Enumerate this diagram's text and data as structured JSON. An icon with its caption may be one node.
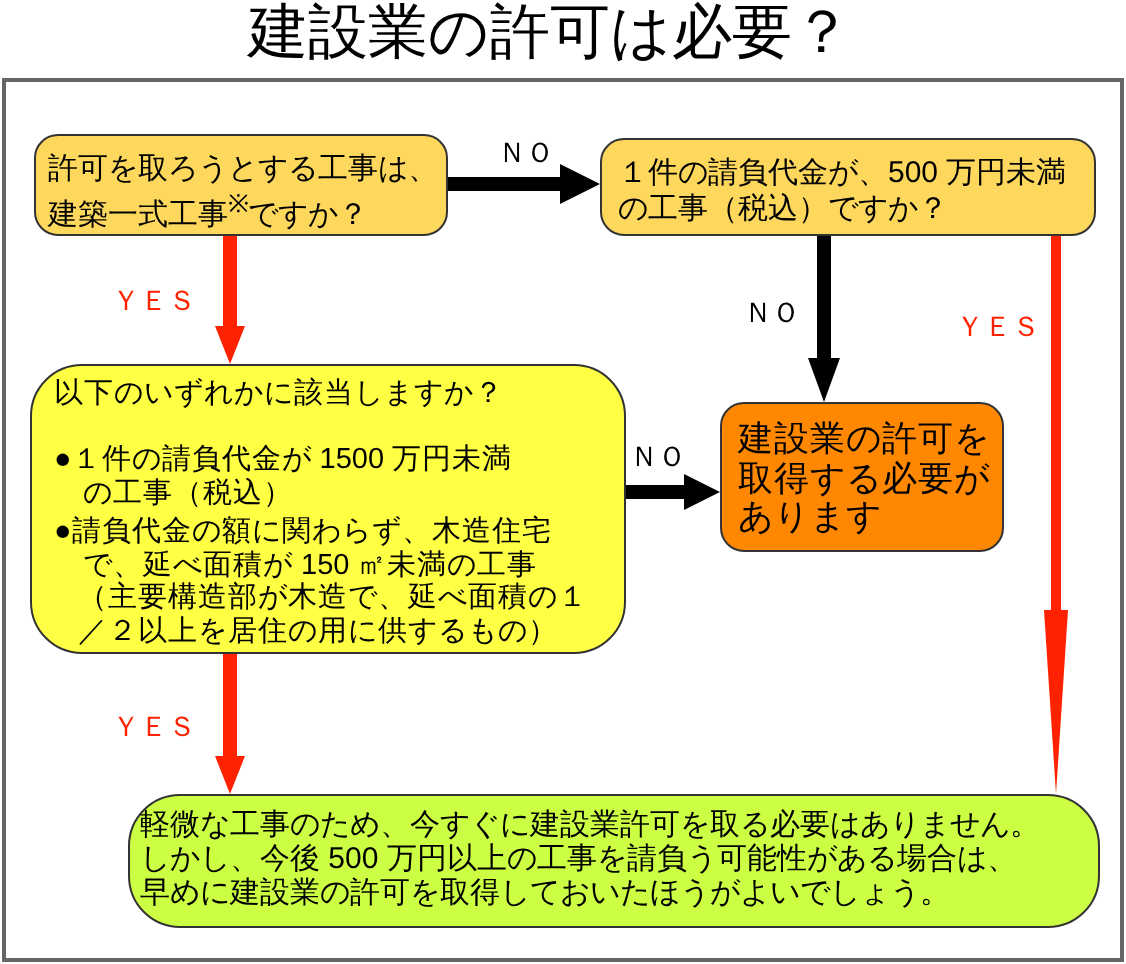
{
  "diagram": {
    "title": "建設業の許可は必要？",
    "nodes": [
      {
        "text": [
          "許可を取ろうとする工事は、建築一式工事$^{※}$ですか？"
        ]
      },
      {
        "text": [
          "１件の請負代金が、500 万円未満の工事（税込）ですか？"
        ]
      },
      {
        "text": [
          "以下のいずれかに該当しますか？",
          "●１件の請負代金が 1500 万円未満の工事（税込）",
          "●請負代金の額に関わらず、木造住宅で、延べ面積が 150 ㎡未満の工事",
          "（主要構造部が木造で、延べ面積の１／２以上を居住の用に供するもの）"
        ]
      },
      {
        "text": [
          "建設業の許可を取得する必要があります"
        ]
      },
      {
        "text": [
          "軽微な工事のため、今すぐに建設業許可を取る必要はありません。",
          "しかし、今後 500 万円以上の工事を請負う可能性がある場合は、早めに建設業の許可を取得しておいたほうがよいでしょう。"
        ]
      }
    ],
    "edges": [
      {
        "from": 0,
        "to": 1,
        "arrow": "to",
        "label": "ＮＯ"
      },
      {
        "from": 0,
        "to": 2,
        "arrow": "to",
        "label": "ＹＥＳ",
        "color": "#ff2200"
      },
      {
        "from": 1,
        "to": 3,
        "arrow": "to",
        "label": "ＮＯ"
      },
      {
        "from": 2,
        "to": 3,
        "arrow": "to",
        "label": "ＮＯ"
      },
      {
        "from": 1,
        "to": 4,
        "arrow": "to",
        "label": "ＹＥＳ",
        "color": "#ff2200"
      },
      {
        "from": 2,
        "to": 4,
        "arrow": "to",
        "label": "ＹＥＳ",
        "color": "#ff2200"
      }
    ]
  }
}
